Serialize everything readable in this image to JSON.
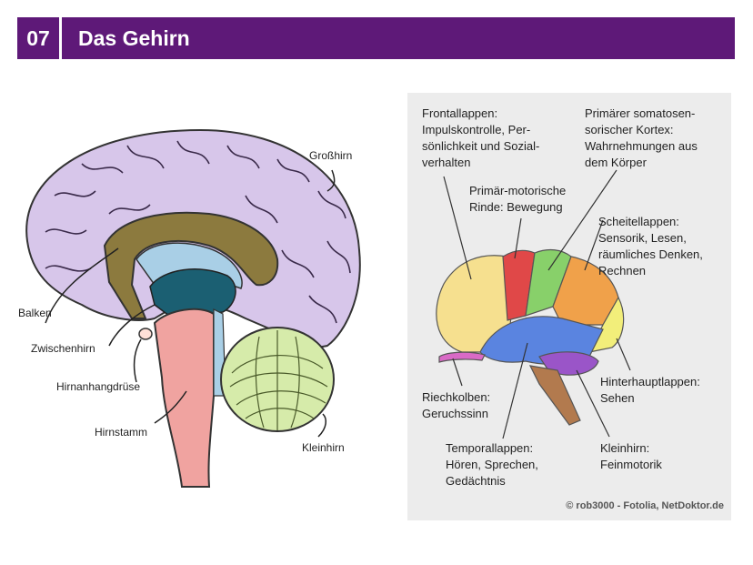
{
  "header": {
    "number": "07",
    "title": "Das Gehirn"
  },
  "left_diagram": {
    "labels": {
      "grosshirn": "Großhirn",
      "balken": "Balken",
      "zwischenhirn": "Zwischenhirn",
      "hirnanhangdruese": "Hirnanhangdrüse",
      "hirnstamm": "Hirnstamm",
      "kleinhirn": "Kleinhirn"
    },
    "colors": {
      "cortex": "#d7c6ea",
      "corpus": "#8c7a3e",
      "ventricle": "#a9cfe6",
      "diencephalon": "#1b5f72",
      "stem": "#f0a3a0",
      "cerebellum": "#d6ebaa"
    }
  },
  "right_diagram": {
    "labels": {
      "frontal": [
        "Frontallappen:",
        "Impulskontrolle, Per-",
        "sönlichkeit und Sozial-",
        "verhalten"
      ],
      "motor": [
        "Primär-motorische",
        "Rinde: Bewegung"
      ],
      "somato": [
        "Primärer somatosen-",
        "sorischer Kortex:",
        "Wahrnehmungen aus",
        "dem Körper"
      ],
      "parietal": [
        "Scheitellappen:",
        "Sensorik, Lesen,",
        "räumliches Denken,",
        "Rechnen"
      ],
      "occipital": [
        "Hinterhauptlappen:",
        "Sehen"
      ],
      "olfactory": [
        "Riechkolben:",
        "Geruchssinn"
      ],
      "temporal": [
        "Temporallappen:",
        "Hören, Sprechen,",
        "Gedächtnis"
      ],
      "cerebellum": [
        "Kleinhirn:",
        "Feinmotorik"
      ]
    },
    "credit": "© rob3000 - Fotolia, NetDoktor.de",
    "colors": {
      "frontal": "#f6e08f",
      "motor": "#e04848",
      "somato": "#88d06a",
      "parietal": "#f0a14a",
      "occipital": "#f2ee7a",
      "temporal": "#5a84e0",
      "cerebellum_top": "#9a55c8",
      "stem": "#b27a4e",
      "bulb": "#d96ac6"
    }
  }
}
